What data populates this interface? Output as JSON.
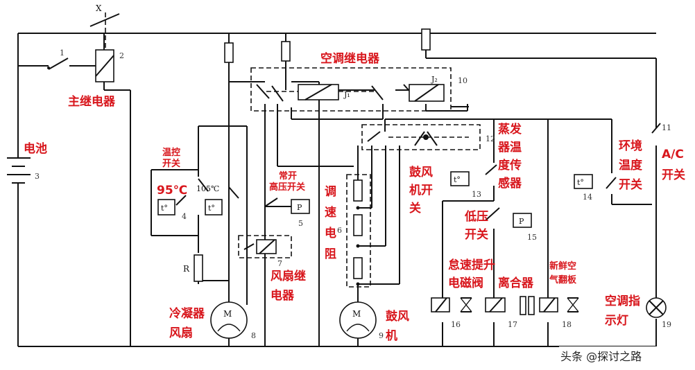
{
  "labels": {
    "main_relay": "主继电器",
    "battery": "电池",
    "ac_relay": "空调继电器",
    "temp_switch_l1": "温控",
    "temp_switch_l2": "开关",
    "temp_95": "95℃",
    "temp_105": "105℃",
    "hp_switch_l1": "常开",
    "hp_switch_l2": "高压开关",
    "speed_resistor": [
      "调",
      "速",
      "电",
      "阻"
    ],
    "blower_switch": [
      "鼓风",
      "机开",
      "关"
    ],
    "evap_sensor": [
      "蒸发",
      "器温",
      "度传",
      "感器"
    ],
    "ambient_switch": [
      "环境",
      "温度",
      "开关"
    ],
    "ac_switch": [
      "A/C",
      "开关"
    ],
    "low_pressure_l1": "低压",
    "low_pressure_l2": "开关",
    "idle_valve_l1": "怠速提升",
    "idle_valve_l2": "电磁阀",
    "clutch": "离合器",
    "fresh_air_l1": "新鲜空",
    "fresh_air_l2": "气翻板",
    "indicator": [
      "空调指",
      "示灯"
    ],
    "fan_relay": [
      "风扇继",
      "电器"
    ],
    "condenser_fan": [
      "冷凝器",
      "风扇"
    ],
    "blower": [
      "鼓风",
      "机"
    ],
    "watermark": "头条 @探讨之路"
  },
  "symbols": {
    "switch_x": "X",
    "resistor_r": "R",
    "relay_j1": "J₁",
    "relay_j2": "J₂",
    "pressure_p": "P",
    "motor_m": "M",
    "thermo_t": "t°"
  },
  "numbers": [
    "1",
    "2",
    "3",
    "4",
    "5",
    "6",
    "7",
    "8",
    "9",
    "10",
    "11",
    "12",
    "13",
    "14",
    "15",
    "16",
    "17",
    "18",
    "19"
  ],
  "colors": {
    "wire": "#111111",
    "label": "#d8161c"
  }
}
